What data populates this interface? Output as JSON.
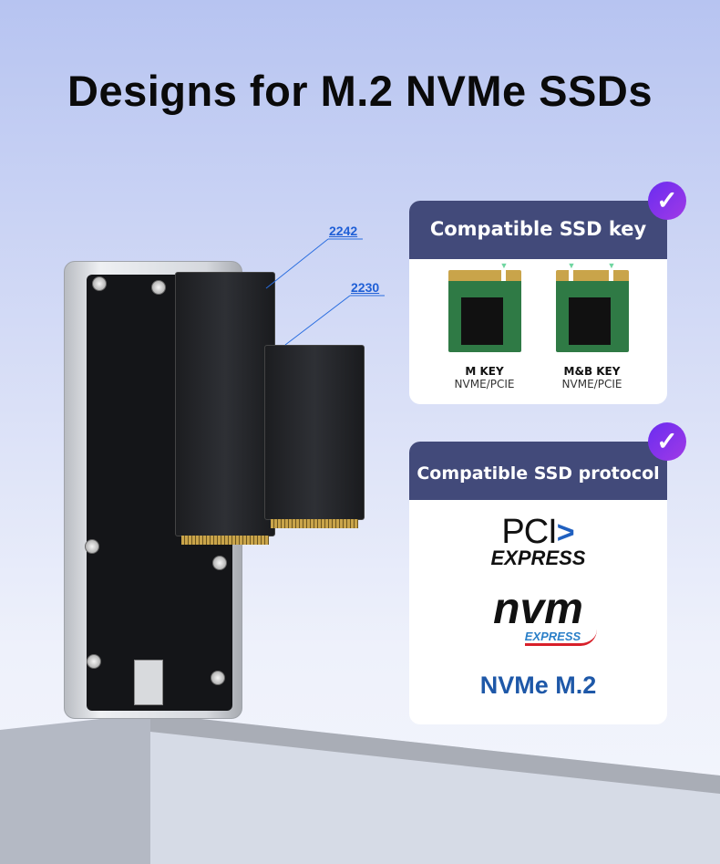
{
  "headline": "Designs for M.2 NVMe SSDs",
  "callouts": {
    "size_a": "2242",
    "size_b": "2230"
  },
  "key_card": {
    "title": "Compatible SSD key",
    "keys": [
      {
        "label": "M KEY",
        "sub": "NVME/PCIE"
      },
      {
        "label": "M&B KEY",
        "sub": "NVME/PCIE"
      }
    ]
  },
  "protocol_card": {
    "title": "Compatible SSD protocol",
    "logos": {
      "pci_top": "PCI",
      "pci_bottom": "EXPRESS",
      "nvm_top": "nvm",
      "nvm_bottom": "EXPRESS"
    },
    "footer": "NVMe M.2"
  },
  "colors": {
    "card_header": "#424a7a",
    "check": "#7a30ea",
    "accent_blue": "#1e58a8"
  }
}
